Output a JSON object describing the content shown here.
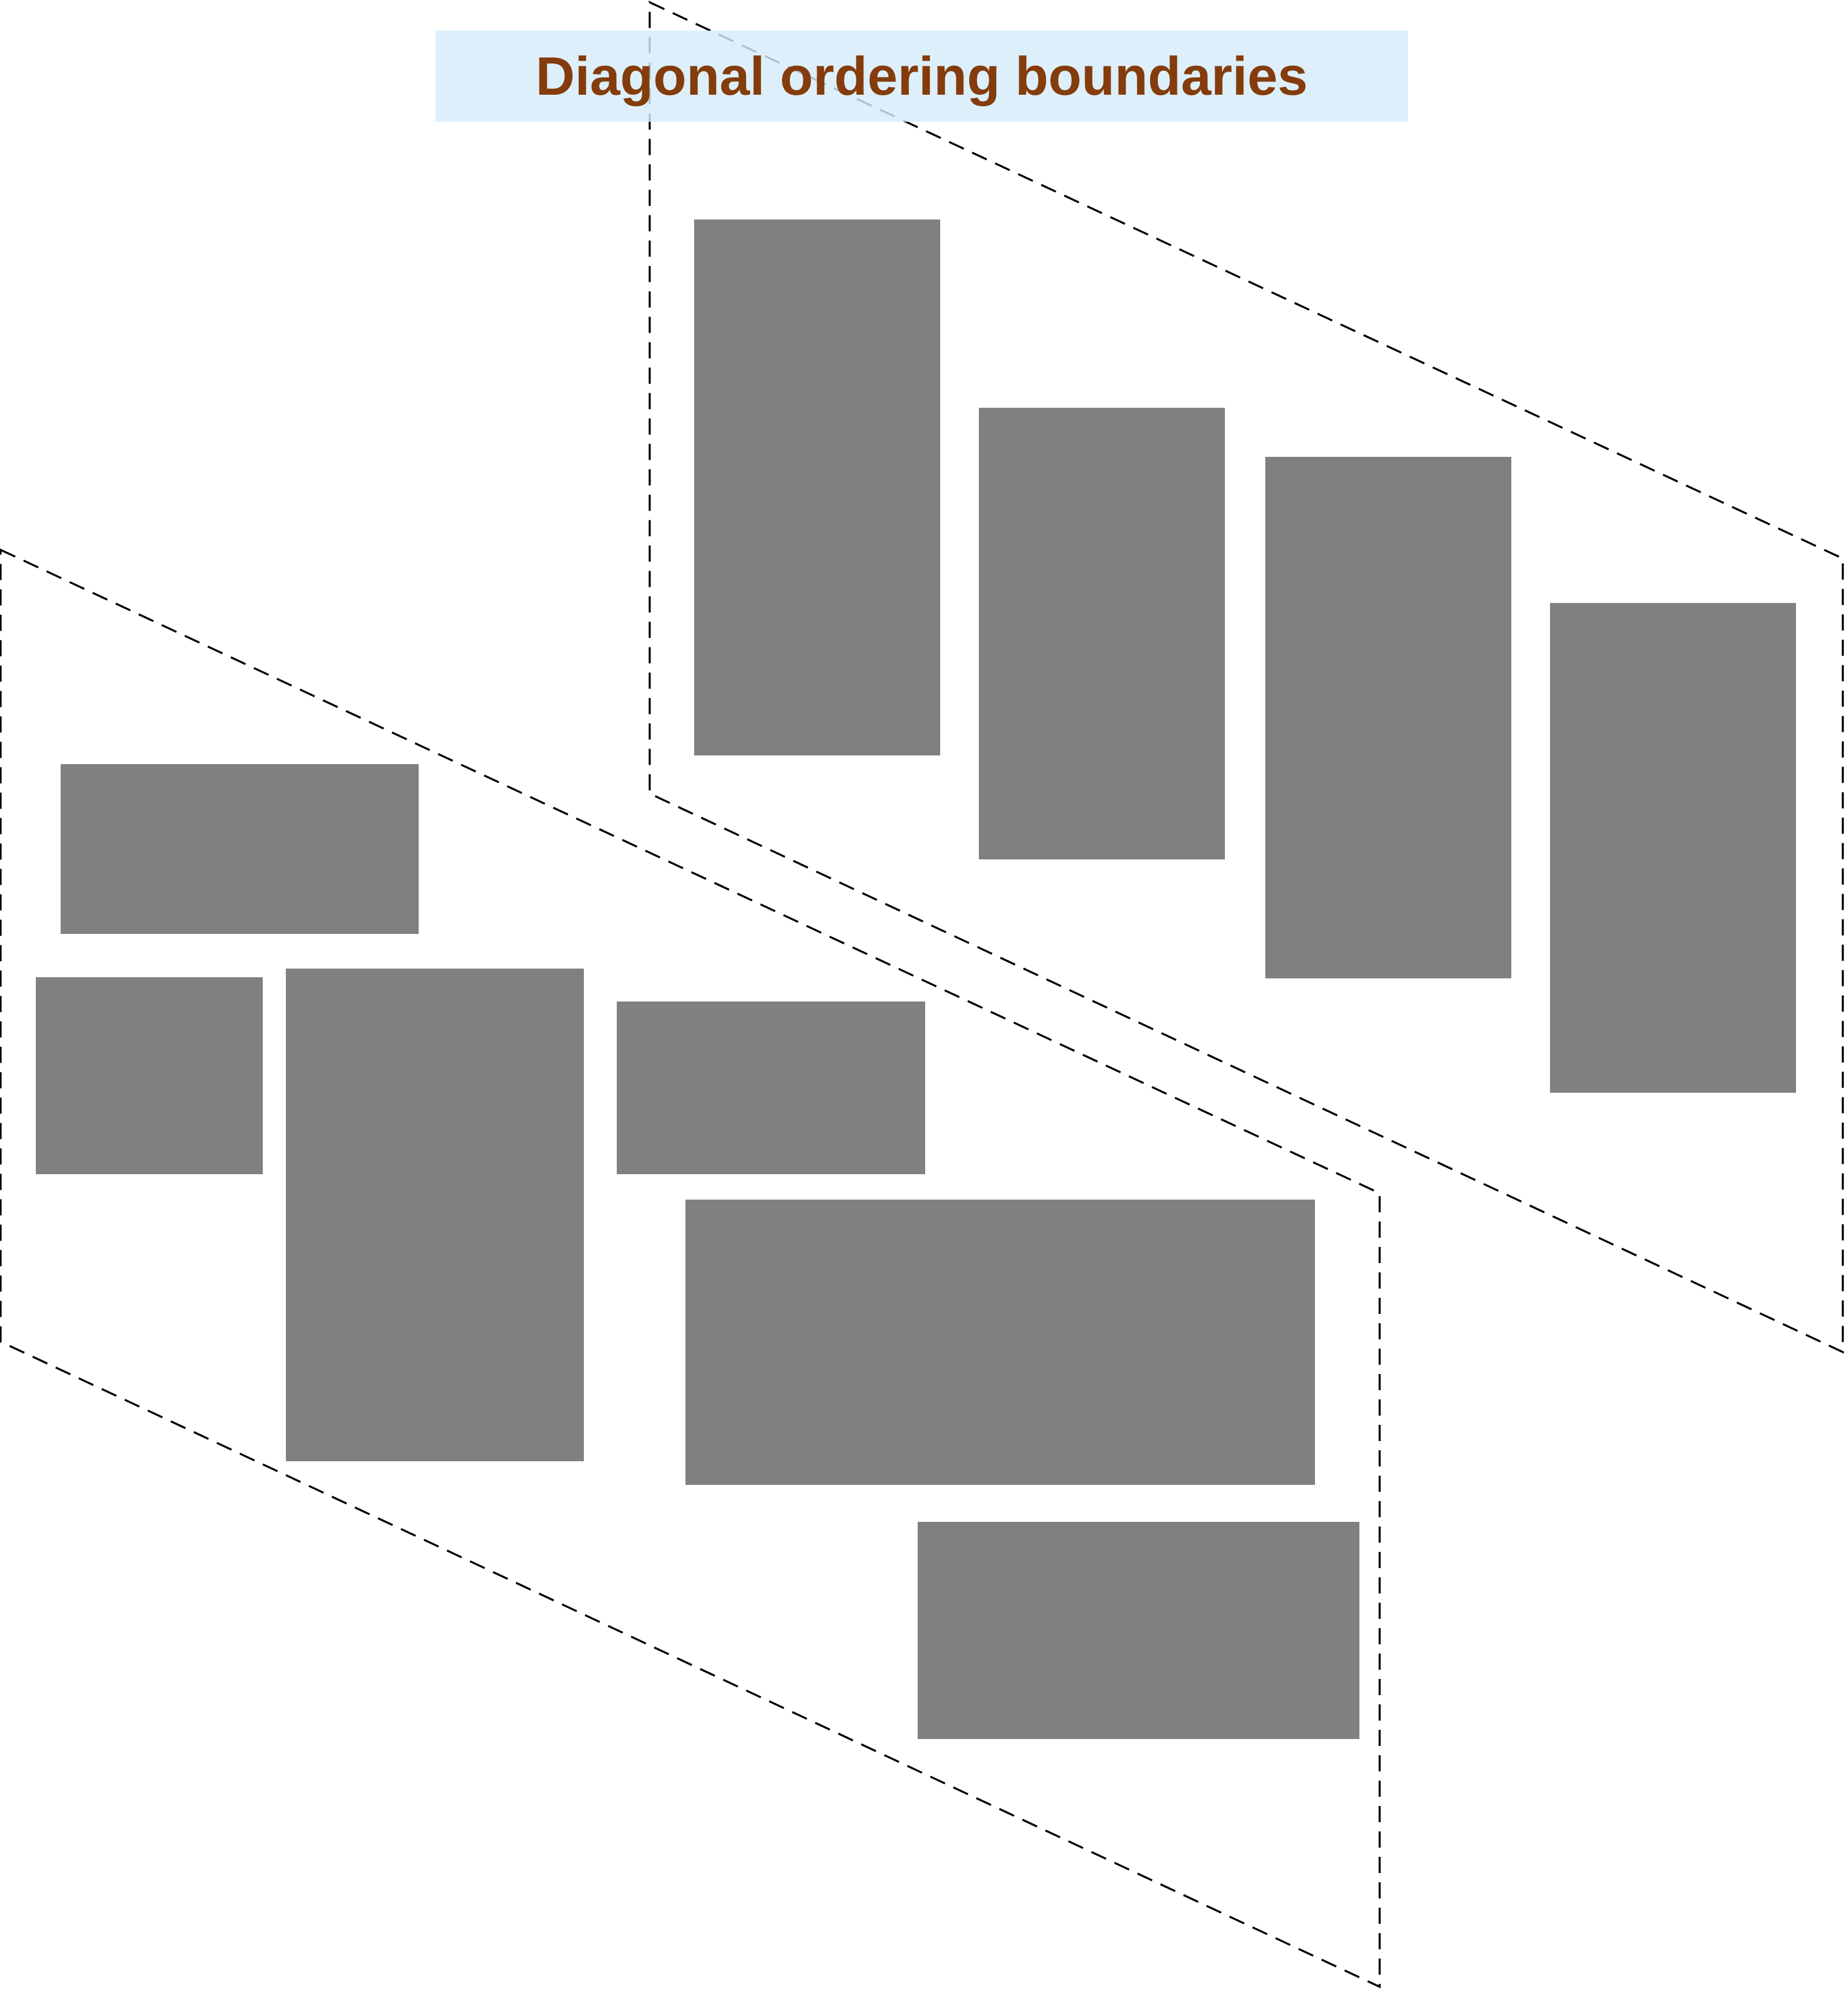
{
  "title": "Diagonal ordering boundaries",
  "colors": {
    "title_text": "#843c0c",
    "title_background": "#deeffa",
    "block_fill": "#808080",
    "boundary_stroke": "#000000"
  },
  "groups": [
    {
      "name": "upper-group",
      "block_count": 4
    },
    {
      "name": "lower-group",
      "block_count": 6
    }
  ]
}
